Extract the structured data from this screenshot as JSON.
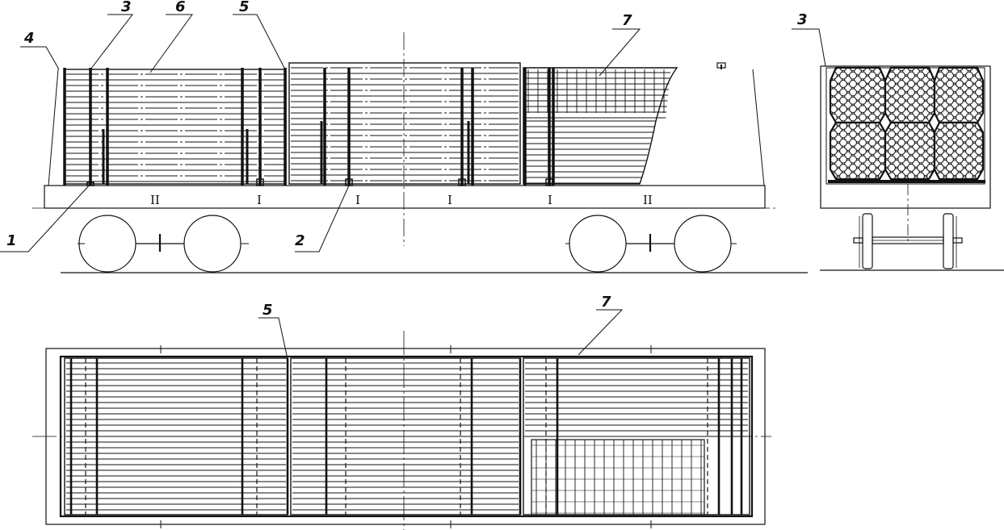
{
  "drawing": {
    "side_view_labels": {
      "l1": "1",
      "l2": "2",
      "l3": "3",
      "l4": "4",
      "l5": "5",
      "l6": "6",
      "l7": "7"
    },
    "roman_marks": [
      "II",
      "I",
      "I",
      "I",
      "I",
      "II"
    ],
    "end_view_label": "3",
    "plan_view_labels": {
      "l5": "5",
      "l7": "7"
    }
  }
}
